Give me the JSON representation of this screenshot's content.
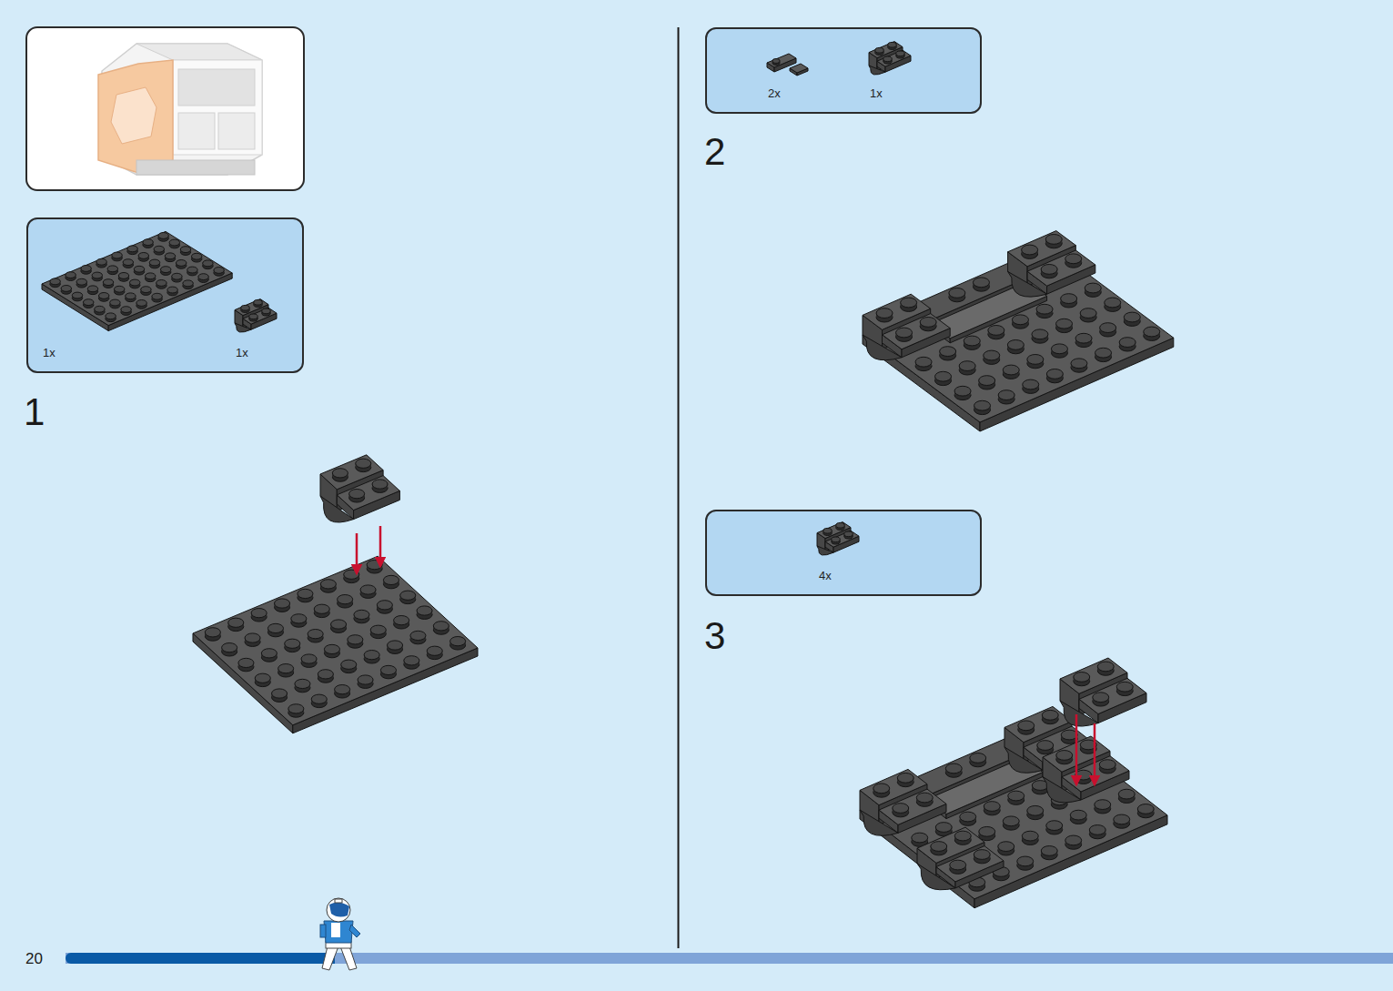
{
  "diagram": {
    "nodes": [
      {
        "text": [
          "1x",
          "1x"
        ]
      },
      {
        "text": [
          "2x",
          "1x"
        ]
      },
      {
        "text": [
          "4x"
        ]
      }
    ],
    "labels": [
      "1",
      "2",
      "3",
      "20"
    ]
  }
}
